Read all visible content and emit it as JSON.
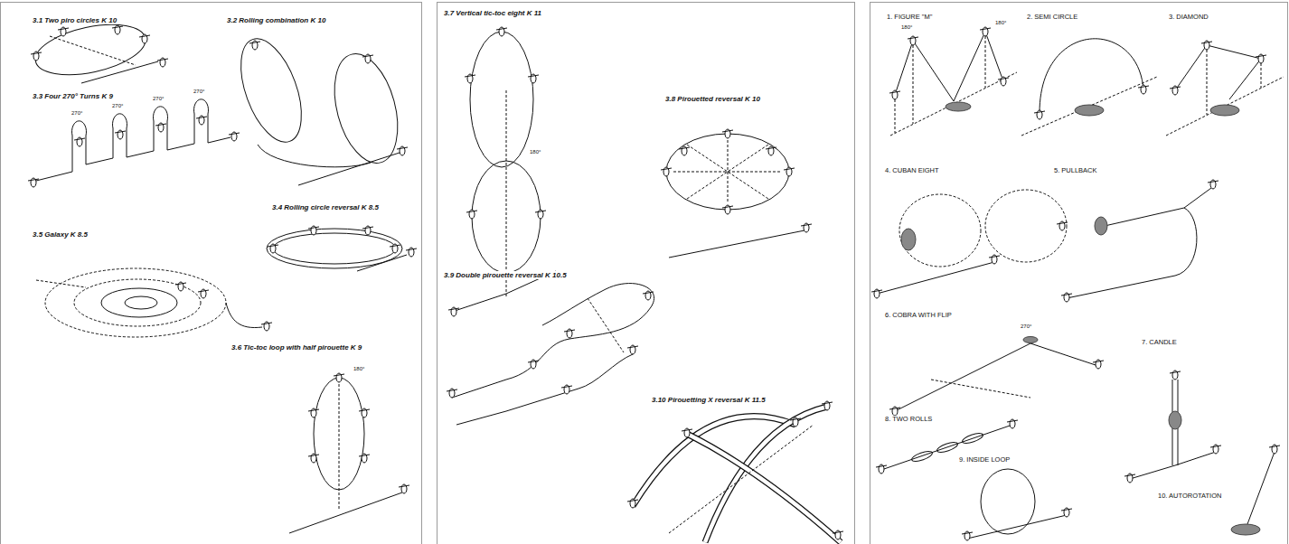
{
  "diagram": {
    "labels": [
      "3.1 Two piro circles K 10",
      "3.2 Rolling combination K 10",
      "3.3 Four 270° Turns K 9",
      "270°",
      "270°",
      "270°",
      "270°",
      "3.4 Rolling circle reversal K 8.5",
      "3.5 Galaxy K 8.5",
      "3.6 Tic-toc loop with half pirouette K 9",
      "180°",
      "3.7 Vertical tic-toc eight K 11",
      "180°",
      "3.8 Pirouetted reversal K 10",
      "3.9 Double pirouette reversal K 10.5",
      "3.10 Pirouetting X reversal K 11.5",
      "1. FIGURE \"M\"",
      "180°",
      "180°",
      "2. SEMI CIRCLE",
      "3. DIAMOND",
      "4. CUBAN EIGHT",
      "5. PULLBACK",
      "6. COBRA WITH FLIP",
      "270°",
      "7. CANDLE",
      "8. TWO ROLLS",
      "9. INSIDE LOOP",
      "10. AUTOROTATION"
    ]
  }
}
